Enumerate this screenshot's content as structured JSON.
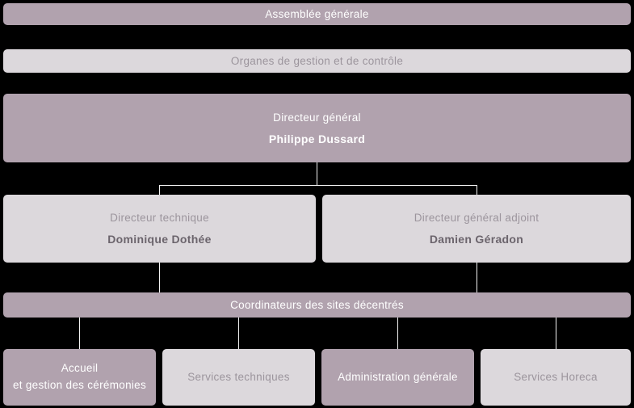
{
  "colors": {
    "background": "#000000",
    "mauve_box": "#b1a2ae",
    "light_box": "#dcd8dc",
    "text_on_mauve": "#ffffff",
    "label_on_light": "#9c959d",
    "name_on_light": "#6b646c",
    "connector": "#f2f2f2"
  },
  "org_chart": {
    "assemblee_generale": "Assemblée générale",
    "organes_gestion": "Organes de gestion et de contrôle",
    "directeur_general": {
      "title": "Directeur général",
      "name": "Philippe Dussard"
    },
    "directeur_technique": {
      "title": "Directeur technique",
      "name": "Dominique Dothée"
    },
    "directeur_general_adjoint": {
      "title": "Directeur général adjoint",
      "name": "Damien Géradon"
    },
    "coordinateurs": "Coordinateurs des sites décentrés",
    "sites": [
      {
        "label": "Accueil\net gestion des cérémonies",
        "variant": "mauve"
      },
      {
        "label": "Services techniques",
        "variant": "light"
      },
      {
        "label": "Administration générale",
        "variant": "mauve"
      },
      {
        "label": "Services Horeca",
        "variant": "light"
      }
    ]
  }
}
